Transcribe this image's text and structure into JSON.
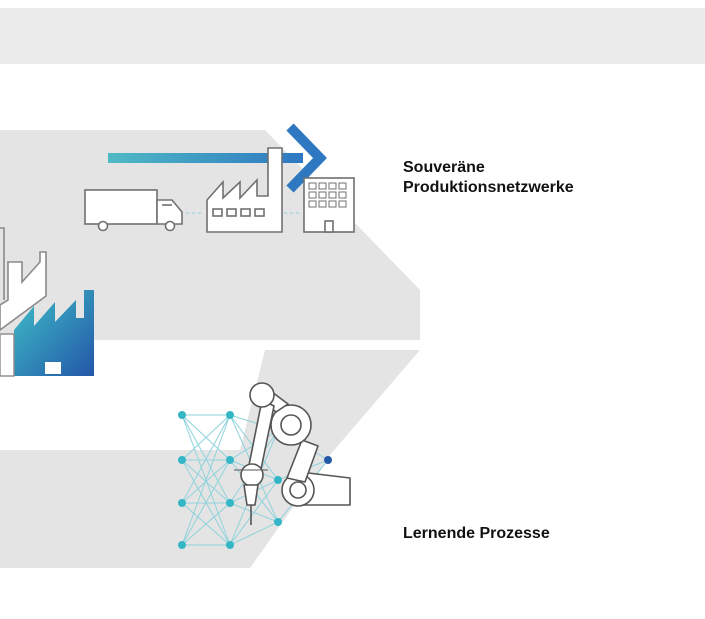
{
  "labels": {
    "network_line1": "Souveräne",
    "network_line2": "Produktionsnetzwerke",
    "learning": "Lernende Prozesse"
  },
  "colors": {
    "band": "#ececec",
    "chevron": "#e4e4e4",
    "arrow_start": "#4fb9c4",
    "arrow_end": "#2e78c2",
    "icon_stroke": "#707070",
    "node": "#35b6c6",
    "node_dark": "#2459a8",
    "factory_fill_start": "#35b6c6",
    "factory_fill_end": "#2356a8",
    "text": "#111111"
  },
  "icons": [
    "truck-icon",
    "factory-icon",
    "office-building-icon",
    "factory-filled-icon",
    "robot-arm-icon",
    "neural-network-icon",
    "arrow-right-icon"
  ]
}
